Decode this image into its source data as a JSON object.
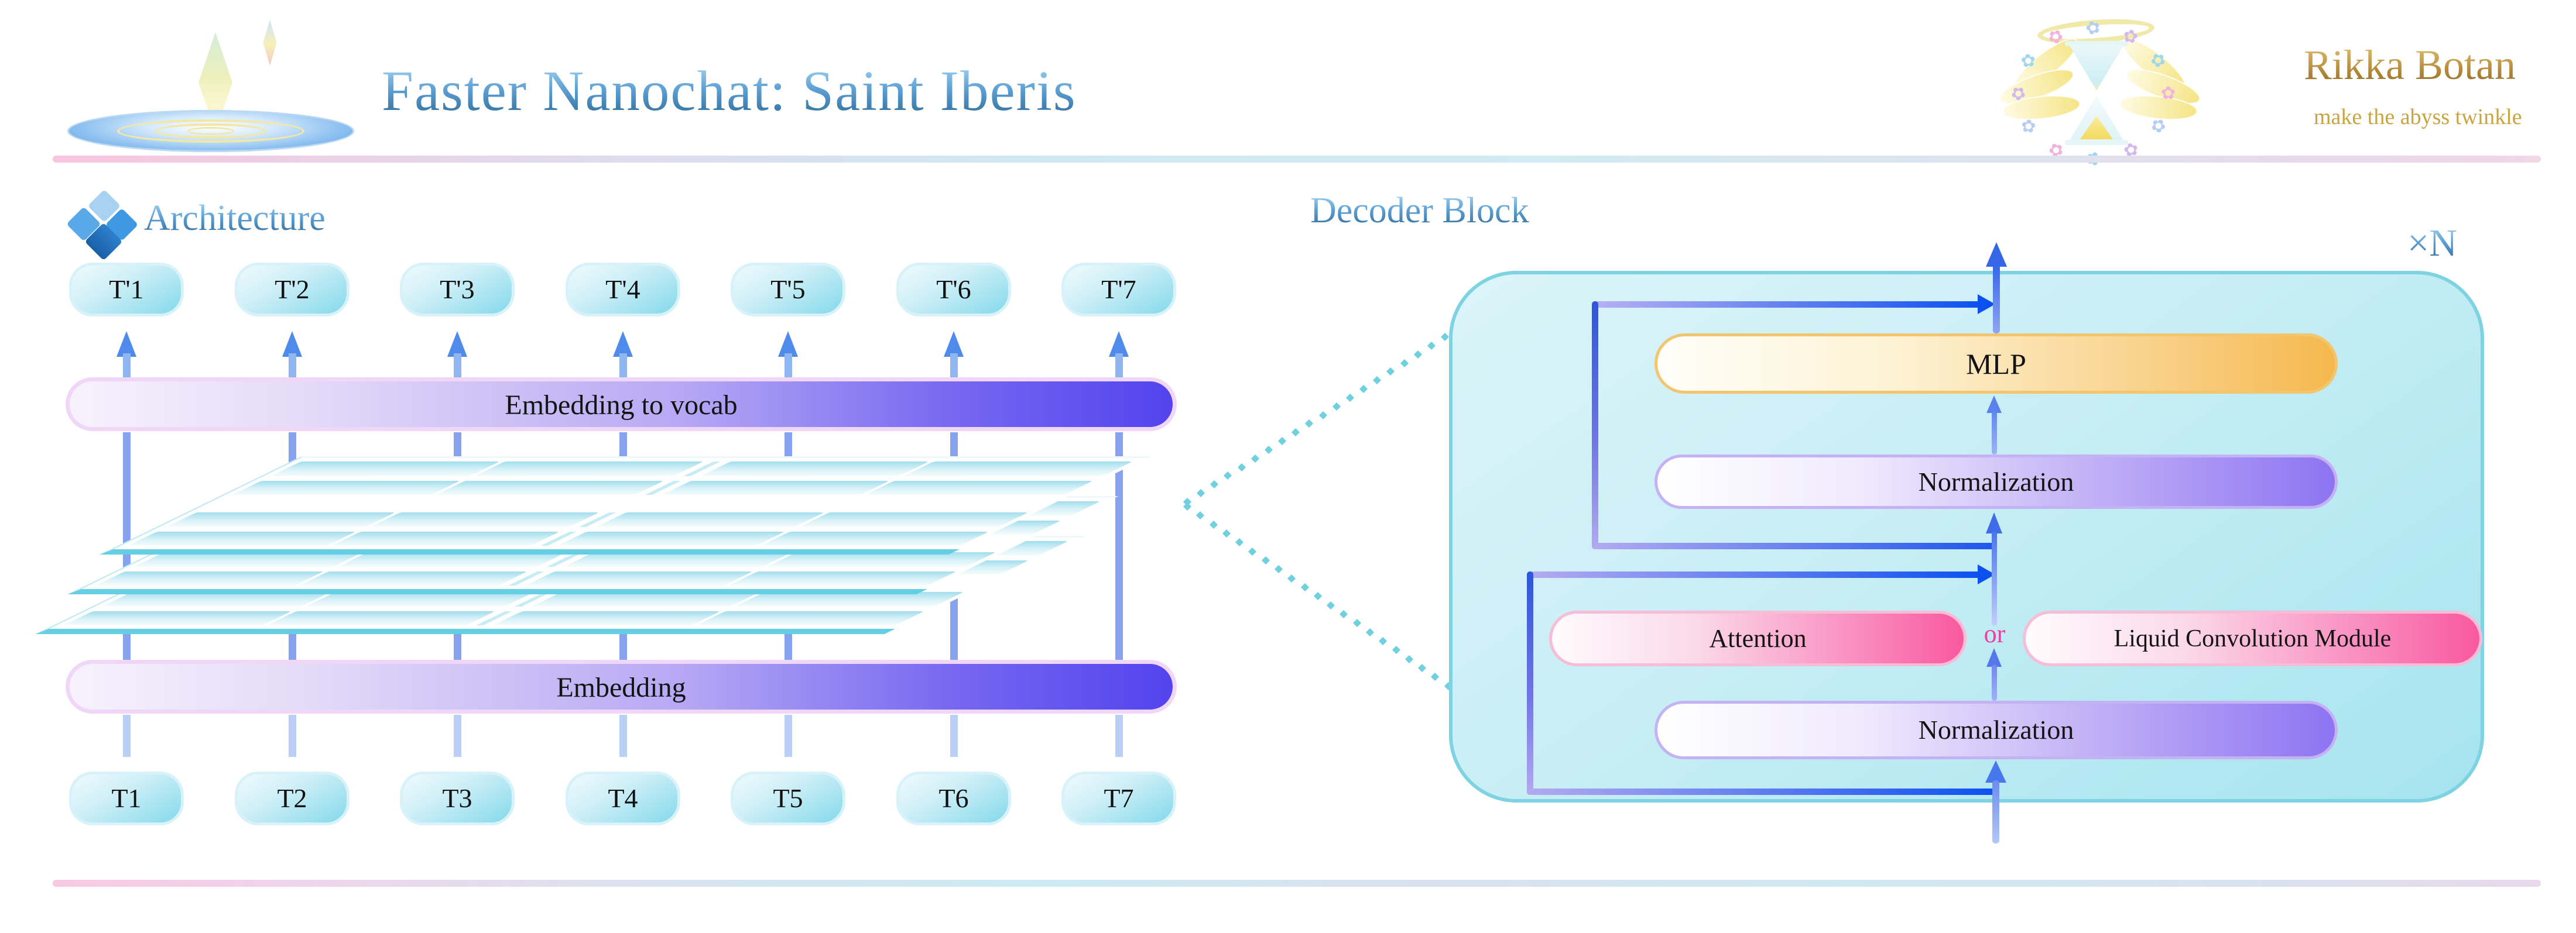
{
  "header": {
    "title": "Faster Nanochat: Saint Iberis",
    "brand": "Rikka Botan",
    "brand_tagline": "make the abyss twinkle"
  },
  "architecture": {
    "heading": "Architecture",
    "input_tokens": [
      "T1",
      "T2",
      "T3",
      "T4",
      "T5",
      "T6",
      "T7"
    ],
    "output_tokens": [
      "T'1",
      "T'2",
      "T'3",
      "T'4",
      "T'5",
      "T'6",
      "T'7"
    ],
    "embedding_label": "Embedding",
    "embedding_to_vocab_label": "Embedding to vocab",
    "layer_sheets": 3
  },
  "decoder": {
    "heading": "Decoder Block",
    "repeat_label": "×N",
    "mlp_label": "MLP",
    "norm_top_label": "Normalization",
    "attention_label": "Attention",
    "or_label": "or",
    "lcm_label": "Liquid Convolution Module",
    "norm_bottom_label": "Normalization"
  },
  "colors": {
    "title_blue": "#2e6da4",
    "gold": "#b9933d",
    "pill_cyan": "#7fd8ec",
    "bar_purple": "#5343ee",
    "norm_purple": "#8d74f2",
    "bar_pink": "#f9599f",
    "or_pink": "#ef3da2",
    "mlp_amber": "#f5b84e",
    "box_cyan_border": "#7ed3e3",
    "connector_blue": "#0c50f0",
    "dot_teal": "#6fd0df"
  }
}
